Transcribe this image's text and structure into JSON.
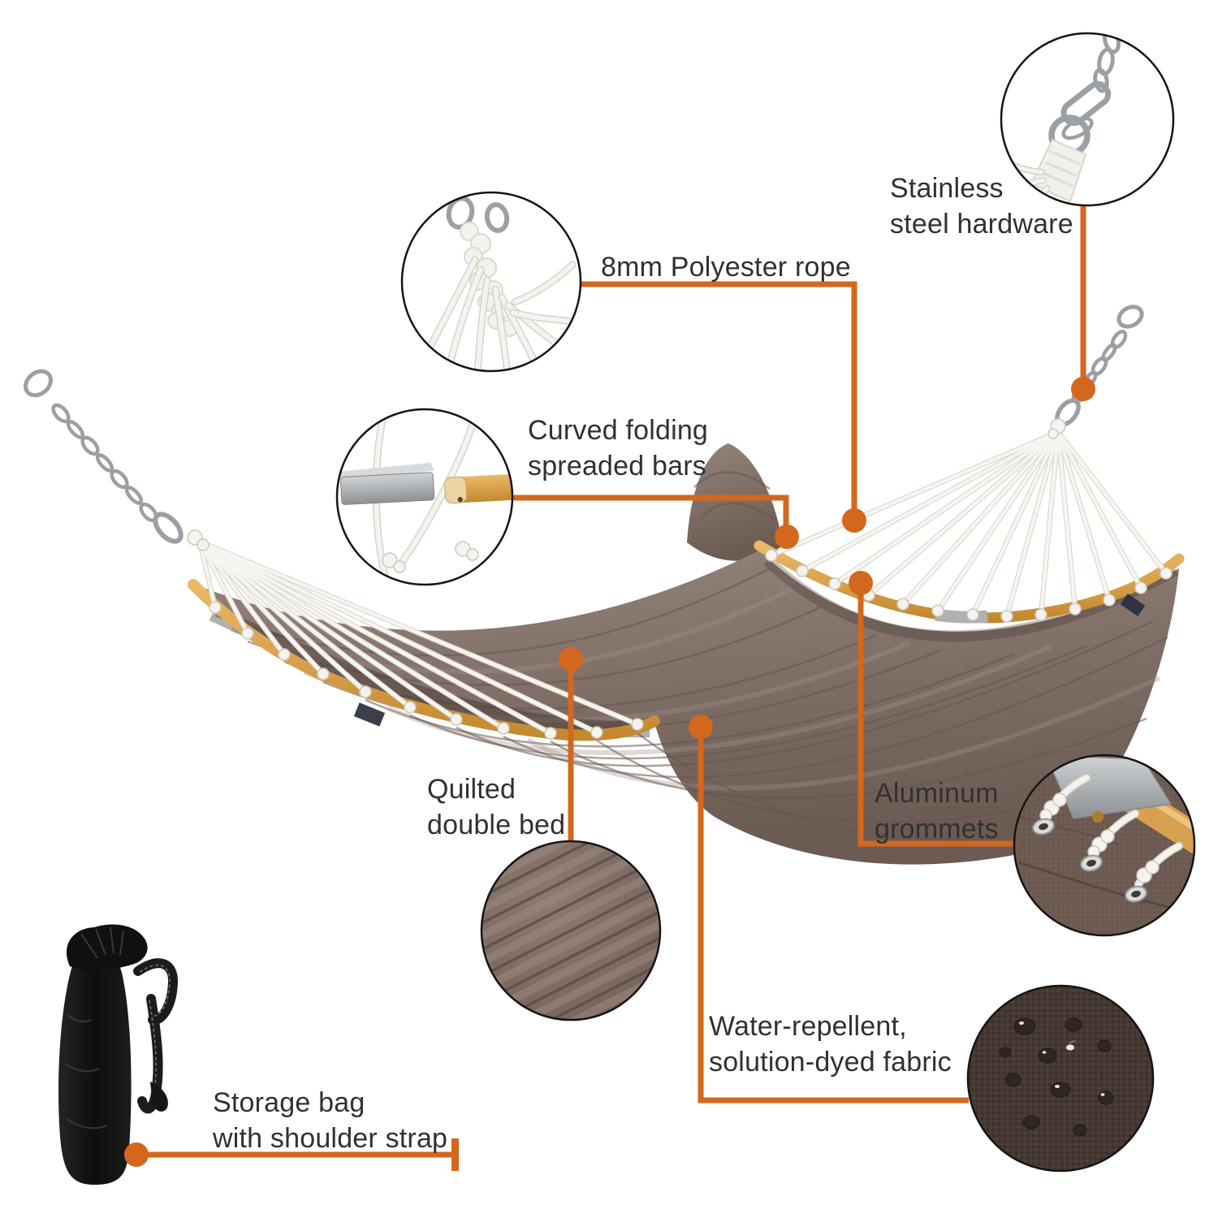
{
  "infographic": {
    "subject": "hammock-features",
    "callouts": {
      "stainless": {
        "line1": "Stainless",
        "line2": "steel hardware"
      },
      "rope": {
        "line1": "8mm Polyester rope"
      },
      "bars": {
        "line1": "Curved folding",
        "line2": "spreaded bars"
      },
      "quilted": {
        "line1": "Quilted",
        "line2": "double bed"
      },
      "grommets": {
        "line1": "Aluminum",
        "line2": "grommets"
      },
      "water": {
        "line1": "Water-repellent,",
        "line2": "solution-dyed fabric"
      },
      "storage": {
        "line1": "Storage bag",
        "line2": "with shoulder strap"
      }
    },
    "colors": {
      "accent": "#d4671e",
      "fabric": "#84726a",
      "fabric_dark": "#6a594f",
      "bamboo": "#d9a050",
      "rope": "#f5f3ee",
      "metal": "#9aa0a4",
      "bag": "#141414",
      "text": "#313131",
      "background": "#ffffff"
    }
  }
}
